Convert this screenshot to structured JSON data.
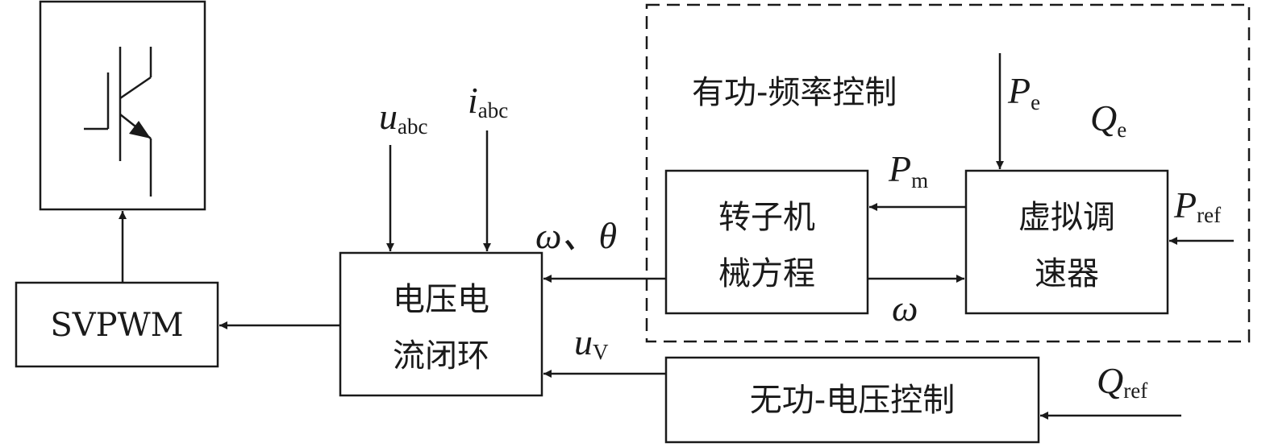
{
  "blocks": {
    "svpwm": "SVPWM",
    "vc_loop": [
      "电压电",
      "流闭环"
    ],
    "rotor": [
      "转子机",
      "械方程"
    ],
    "governor": [
      "虚拟调",
      "速器"
    ],
    "reactive": "无功-电压控制"
  },
  "region_label": "有功-频率控制",
  "signals": {
    "u_abc": {
      "main": "u",
      "sub": "abc"
    },
    "i_abc": {
      "main": "i",
      "sub": "abc"
    },
    "omega_theta": {
      "main": "ω、θ"
    },
    "omega": {
      "main": "ω"
    },
    "u_v": {
      "main": "u",
      "sub": "V"
    },
    "p_e": {
      "main": "P",
      "sub": "e"
    },
    "q_e": {
      "main": "Q",
      "sub": "e"
    },
    "p_m": {
      "main": "P",
      "sub": "m"
    },
    "p_ref": {
      "main": "P",
      "sub": "ref"
    },
    "q_ref": {
      "main": "Q",
      "sub": "ref"
    }
  },
  "icons": {
    "switch": "igbt-icon"
  }
}
